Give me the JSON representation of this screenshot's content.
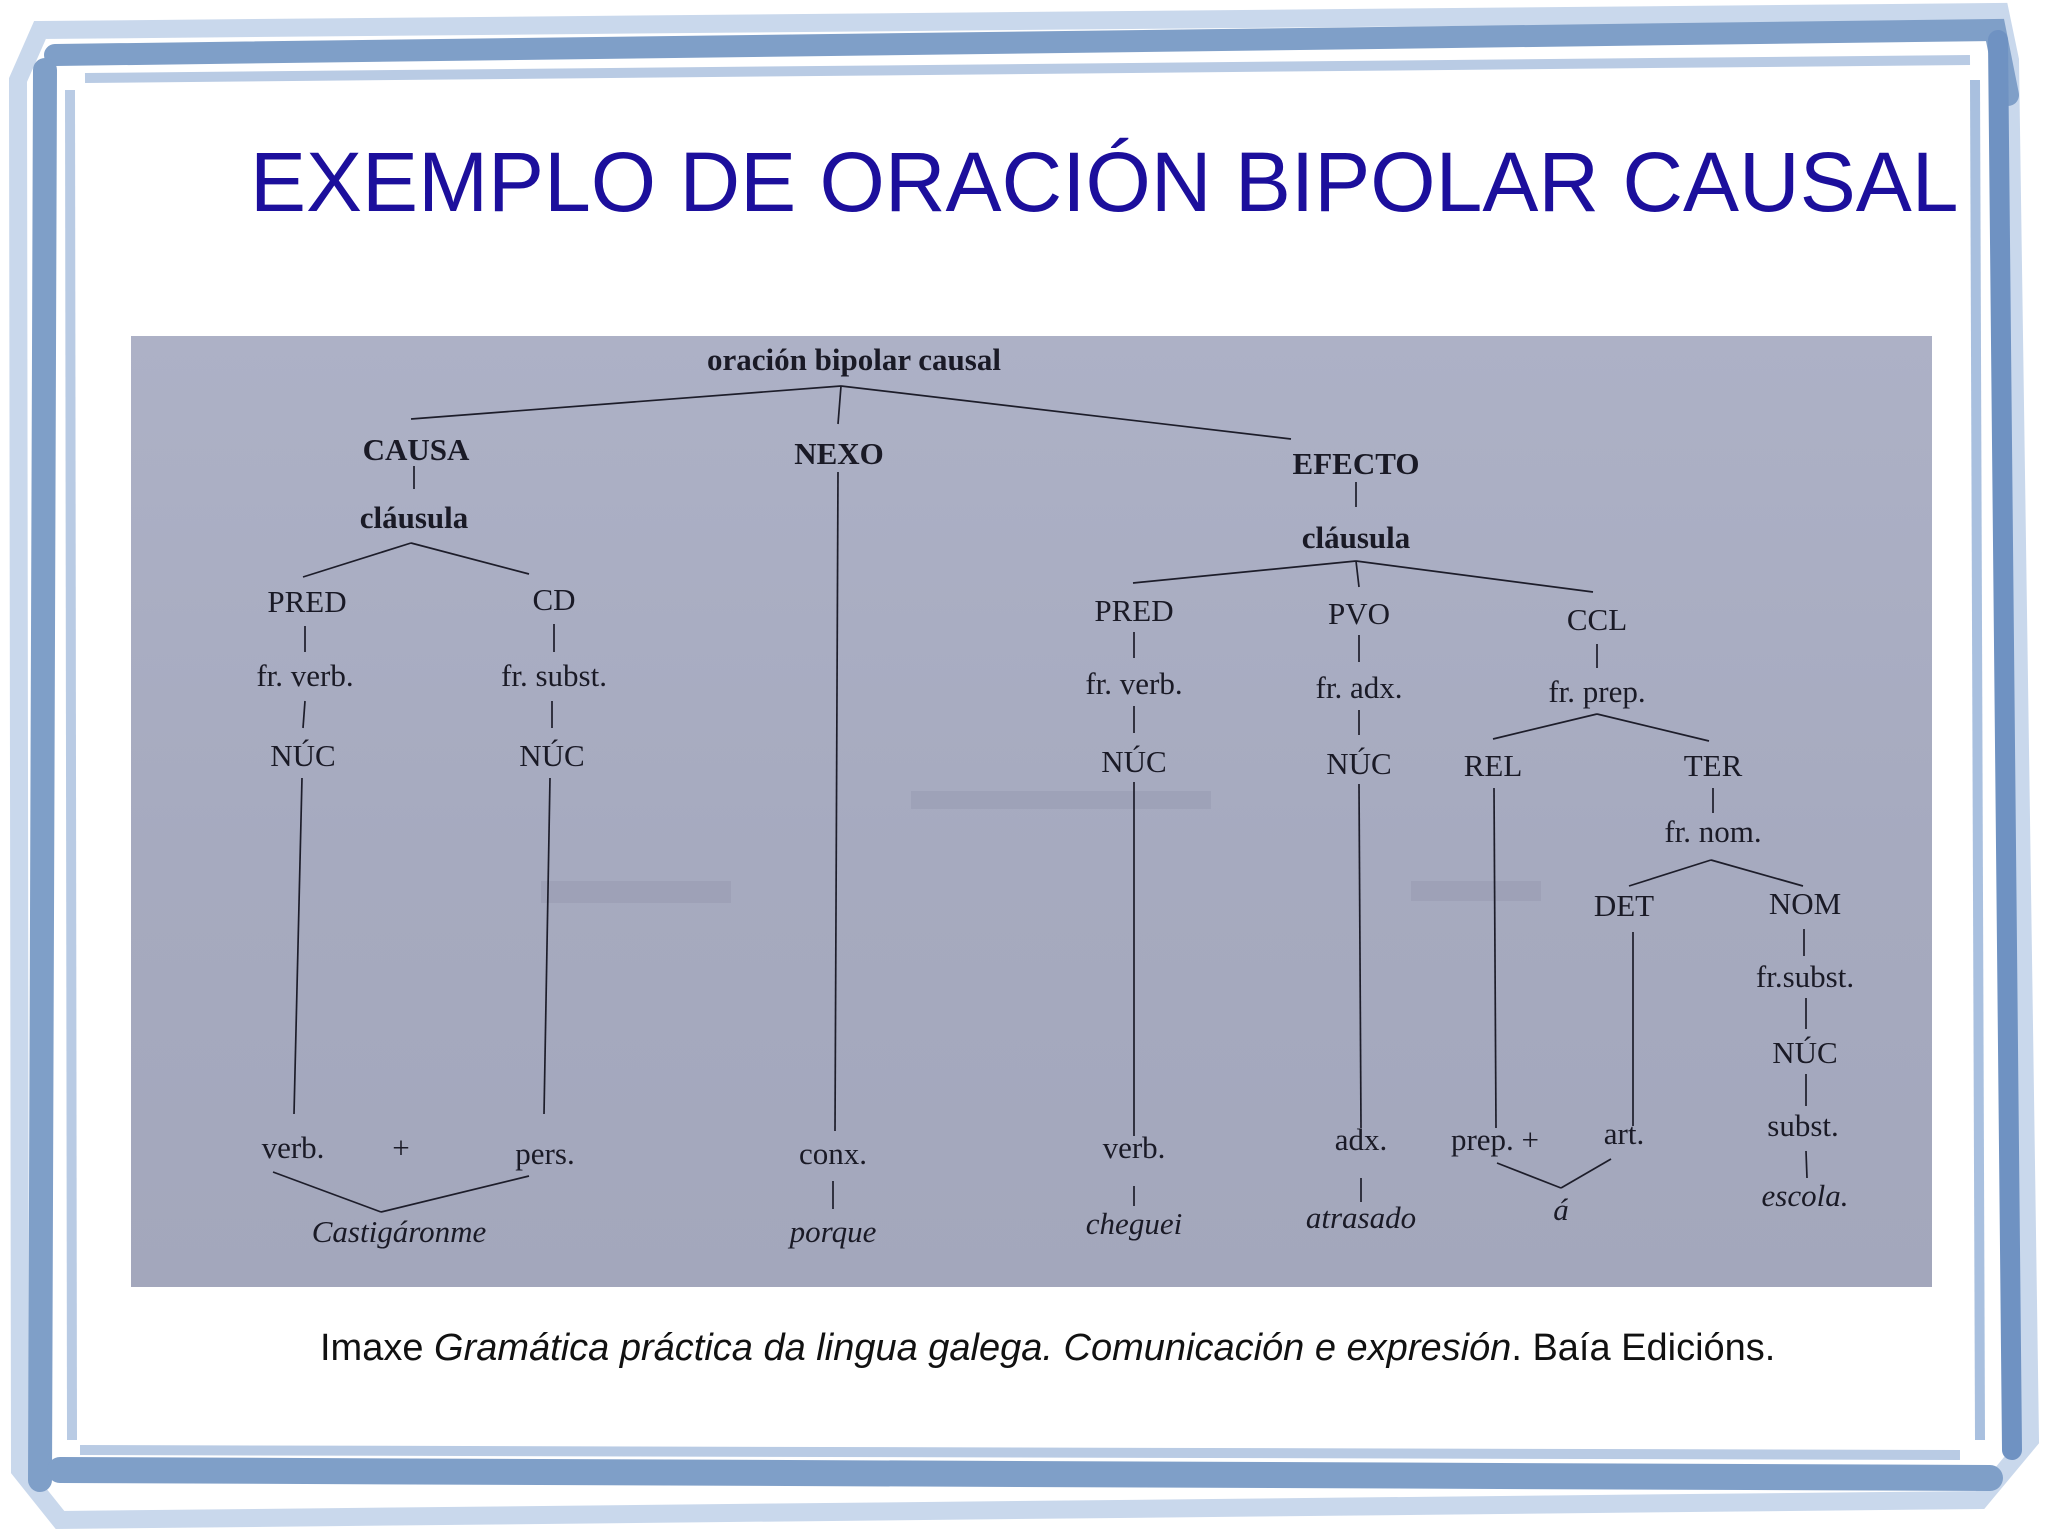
{
  "title": "EXEMPLO DE ORACIÓN BIPOLAR CAUSAL",
  "caption": {
    "prefix": "Imaxe ",
    "book_title": "Gramática práctica da lingua galega. Comunicación e expresión",
    "suffix": ". Baía  Edicións."
  },
  "diagram": {
    "root": "oración bipolar causal",
    "causa": {
      "label": "CAUSA",
      "clause": "cláusula",
      "pred": {
        "function": "PRED",
        "phrase": "fr. verb.",
        "core": "NÚC",
        "category": "verb."
      },
      "cd": {
        "function": "CD",
        "phrase": "fr. subst.",
        "core": "NÚC",
        "category": "pers."
      },
      "plus": "+",
      "word": "Castigáronme"
    },
    "nexo": {
      "label": "NEXO",
      "category": "conx.",
      "word": "porque"
    },
    "efecto": {
      "label": "EFECTO",
      "clause": "cláusula",
      "pred": {
        "function": "PRED",
        "phrase": "fr. verb.",
        "core": "NÚC",
        "category": "verb.",
        "word": "cheguei"
      },
      "pvo": {
        "function": "PVO",
        "phrase": "fr. adx.",
        "core": "NÚC",
        "category": "adx.",
        "word": "atrasado"
      },
      "ccl": {
        "function": "CCL",
        "phrase": "fr. prep.",
        "rel": {
          "function": "REL",
          "category": "prep. +"
        },
        "ter": {
          "function": "TER",
          "phrase": "fr. nom.",
          "det": {
            "function": "DET",
            "category": "art."
          },
          "nom": {
            "function": "NOM",
            "phrase": "fr.subst.",
            "core": "NÚC",
            "category": "subst.",
            "word": "escola."
          }
        },
        "contraction": "á"
      }
    }
  },
  "colors": {
    "title": "#1c0f9c",
    "frame": "#7f9fc8",
    "photo_bg": "#a9adc2"
  }
}
